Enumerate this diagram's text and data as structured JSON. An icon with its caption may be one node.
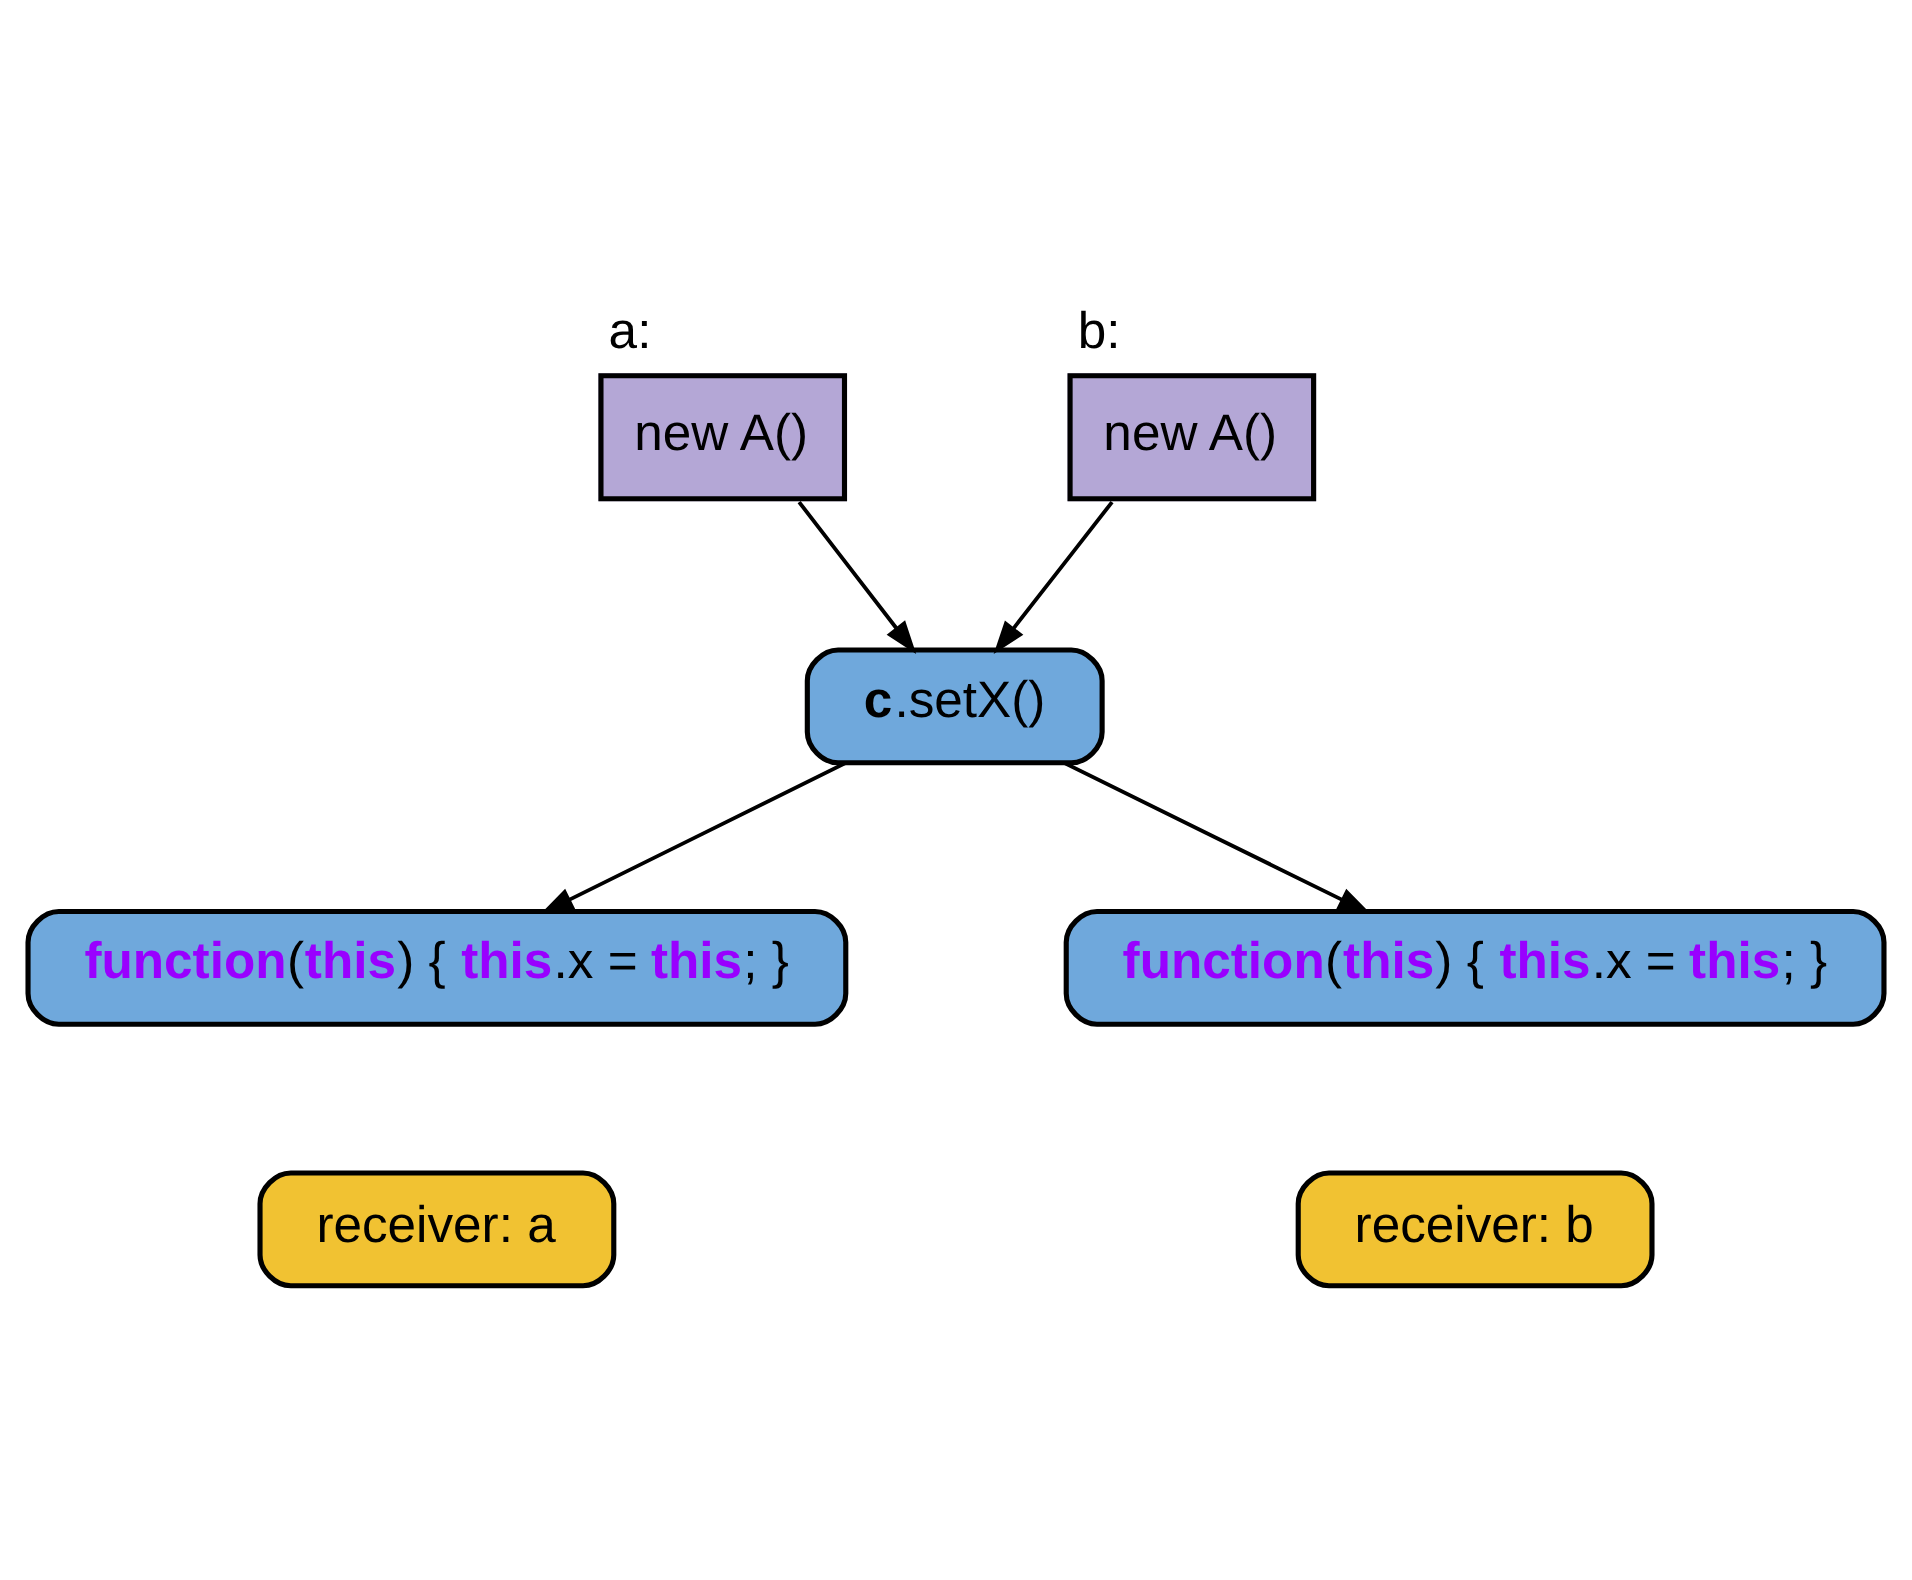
{
  "diagram": {
    "nodes": [
      {
        "text": [
          "a:",
          "new A()"
        ]
      },
      {
        "text": [
          "b:",
          "new A()"
        ]
      },
      {
        "text": [
          "**c**.setX()"
        ]
      },
      {
        "text": [
          "**function**(**this**) { **this**.x = **this**; }"
        ]
      },
      {
        "text": [
          "**function**(**this**) { **this**.x = **this**; }"
        ]
      },
      {
        "text": [
          "receiver: a"
        ]
      },
      {
        "text": [
          "receiver: b"
        ]
      }
    ],
    "edges": [
      {
        "from": 0,
        "to": 2,
        "arrow": "to"
      },
      {
        "from": 1,
        "to": 2,
        "arrow": "to"
      },
      {
        "from": 2,
        "to": 3,
        "arrow": "to"
      },
      {
        "from": 2,
        "to": 4,
        "arrow": "to"
      }
    ]
  }
}
